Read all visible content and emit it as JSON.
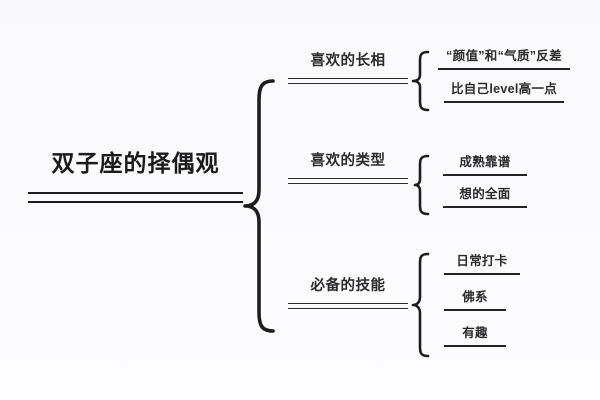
{
  "diagram": {
    "type": "mind-map",
    "title": "双子座的择偶观",
    "colors": {
      "background": "#fafafc",
      "ink": "#1d1d1f",
      "text": "#2b2b2d"
    },
    "root": {
      "label": "双子座的择偶观"
    },
    "branches": [
      {
        "label": "喜欢的长相",
        "items": [
          {
            "label": "“颜值”和“气质”反差"
          },
          {
            "label": "比自己level高一点"
          }
        ]
      },
      {
        "label": "喜欢的类型",
        "items": [
          {
            "label": "成熟靠谱"
          },
          {
            "label": "想的全面"
          }
        ]
      },
      {
        "label": "必备的技能",
        "items": [
          {
            "label": "日常打卡"
          },
          {
            "label": "佛系"
          },
          {
            "label": "有趣"
          }
        ]
      }
    ],
    "connectors": {
      "main_brace": "curly-brace-icon",
      "sub_brace": "curly-brace-icon"
    }
  }
}
